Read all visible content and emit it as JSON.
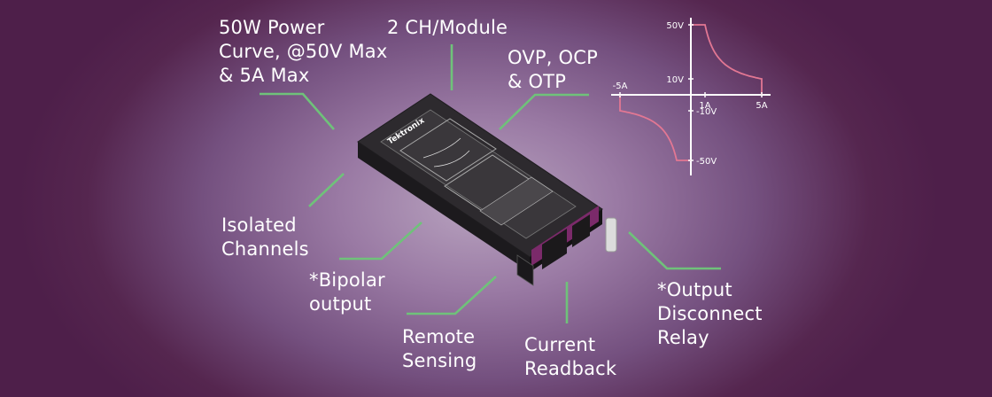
{
  "labels": {
    "power_curve": "50W Power\nCurve, @50V Max\n& 5A Max",
    "channels_per_module": "2 CH/Module",
    "protections": "OVP, OCP\n& OTP",
    "isolated_channels": "Isolated\nChannels",
    "bipolar_output": "*Bipolar\noutput",
    "remote_sensing": "Remote\nSensing",
    "current_readback": "Current\nReadback",
    "output_disconnect": "*Output\nDisconnect\nRelay"
  },
  "device": {
    "brand": "Tektronix"
  },
  "colors": {
    "background": "#55264f",
    "leader_lines": "#6fc27a",
    "curve": "#e27793",
    "module_body": "#2a272b",
    "module_accent": "#7b2a6a"
  },
  "chart_data": {
    "type": "line",
    "xlabel": "",
    "ylabel": "",
    "x_ticks": [
      "-5A",
      "1A",
      "5A"
    ],
    "y_ticks": [
      "50V",
      "10V",
      "-10V",
      "-50V"
    ],
    "xlim": [
      -5,
      5
    ],
    "ylim": [
      -50,
      50
    ],
    "series": [
      {
        "x": [
          0,
          1,
          1.5,
          2,
          3,
          4,
          5,
          5
        ],
        "y": [
          50,
          50,
          33.3,
          25,
          16.7,
          12.5,
          10,
          0
        ]
      },
      {
        "x": [
          0,
          -1,
          -1.5,
          -2,
          -3,
          -4,
          -5,
          -5
        ],
        "y": [
          -50,
          -50,
          -33.3,
          -25,
          -16.7,
          -12.5,
          -10,
          0
        ]
      }
    ]
  }
}
